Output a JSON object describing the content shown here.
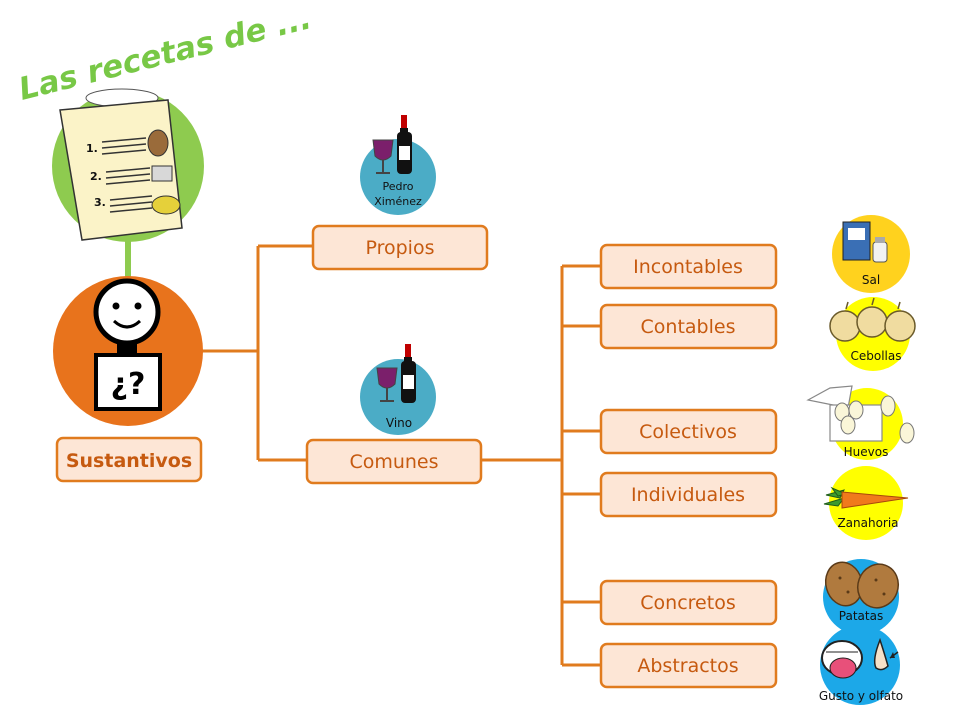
{
  "title": "Las recetas de ...",
  "root": {
    "label": "Sustantivos"
  },
  "level1": [
    {
      "label": "Propios",
      "picto": {
        "label_lines": [
          "Pedro",
          "Ximénez"
        ]
      }
    },
    {
      "label": "Comunes",
      "picto": {
        "label_lines": [
          "Vino"
        ]
      }
    }
  ],
  "level2": [
    {
      "label": "Incontables",
      "picto": {
        "label": "Sal"
      }
    },
    {
      "label": "Contables",
      "picto": {
        "label": "Cebollas"
      }
    },
    {
      "label": "Colectivos",
      "picto": {
        "label": "Huevos"
      }
    },
    {
      "label": "Individuales",
      "picto": {
        "label": "Zanahoria"
      }
    },
    {
      "label": "Concretos",
      "picto": {
        "label": "Patatas"
      }
    },
    {
      "label": "Abstractos",
      "picto": {
        "label": "Gusto y olfato"
      }
    }
  ],
  "recipe_numbers": [
    "1.",
    "2.",
    "3."
  ],
  "question_sign": "¿?",
  "colors": {
    "connector": "#e07b1e",
    "box_fill": "#fde6d6",
    "box_stroke": "#e07b1e",
    "text": "#c65a10",
    "title": "#78c846",
    "root_circle": "#e8731c",
    "recipe_circle": "#8ecb4f",
    "blue_circle": "#4bacc6",
    "yellow_circle": "#ffd21e",
    "bright_yellow": "#ffff00",
    "sky_blue": "#1ca8e8"
  }
}
